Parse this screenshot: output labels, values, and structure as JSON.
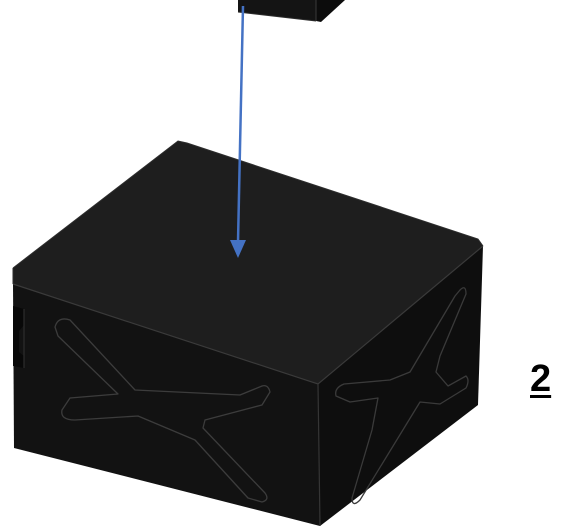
{
  "step": {
    "number": "2"
  },
  "colors": {
    "background": "#ffffff",
    "part_top": "#1e1e1e",
    "part_front": "#121212",
    "part_side": "#0d0d0d",
    "edge": "#3a3a3a",
    "arrow": "#4472c4"
  },
  "parts": [
    {
      "name": "upper-part",
      "partially_visible": true
    },
    {
      "name": "base-block",
      "features": [
        "x-rib-front",
        "x-rib-side",
        "side-notch"
      ]
    }
  ],
  "arrow": {
    "direction": "down"
  }
}
